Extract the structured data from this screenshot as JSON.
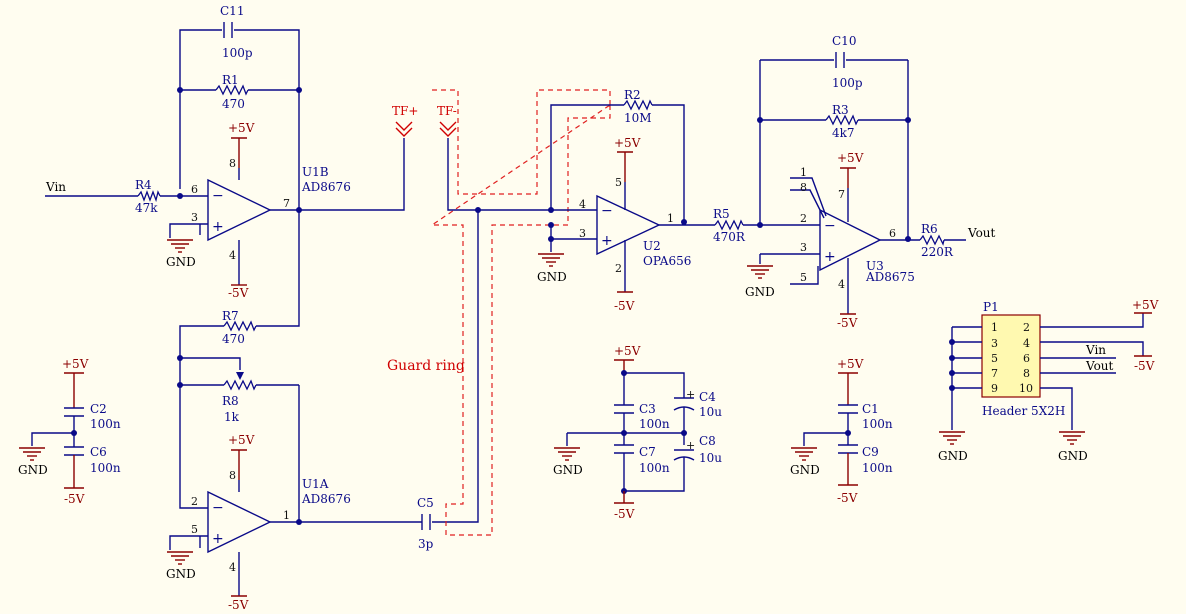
{
  "components": {
    "C11": {
      "ref": "C11",
      "value": "100p"
    },
    "R1": {
      "ref": "R1",
      "value": "470"
    },
    "R4": {
      "ref": "R4",
      "value": "47k"
    },
    "U1B": {
      "ref": "U1B",
      "part": "AD8676"
    },
    "R7": {
      "ref": "R7",
      "value": "470"
    },
    "R8": {
      "ref": "R8",
      "value": "1k"
    },
    "U1A": {
      "ref": "U1A",
      "part": "AD8676"
    },
    "C5": {
      "ref": "C5",
      "value": "3p"
    },
    "C2": {
      "ref": "C2",
      "value": "100n"
    },
    "C6": {
      "ref": "C6",
      "value": "100n"
    },
    "R2": {
      "ref": "R2",
      "value": "10M"
    },
    "U2": {
      "ref": "U2",
      "part": "OPA656"
    },
    "R5": {
      "ref": "R5",
      "value": "470R"
    },
    "C10": {
      "ref": "C10",
      "value": "100p"
    },
    "R3": {
      "ref": "R3",
      "value": "4k7"
    },
    "U3": {
      "ref": "U3",
      "part": "AD8675"
    },
    "R6": {
      "ref": "R6",
      "value": "220R"
    },
    "C3": {
      "ref": "C3",
      "value": "100n"
    },
    "C4": {
      "ref": "C4",
      "value": "10u"
    },
    "C7": {
      "ref": "C7",
      "value": "100n"
    },
    "C8": {
      "ref": "C8",
      "value": "10u"
    },
    "C1": {
      "ref": "C1",
      "value": "100n"
    },
    "C9": {
      "ref": "C9",
      "value": "100n"
    },
    "P1": {
      "ref": "P1",
      "part": "Header 5X2H"
    }
  },
  "nets": {
    "vin": "Vin",
    "vout": "Vout",
    "gnd": "GND",
    "pos": "+5V",
    "neg": "-5V",
    "tfp": "TF+",
    "tfm": "TF-"
  },
  "pins": {
    "u1b": [
      "6",
      "3",
      "7",
      "8",
      "4"
    ],
    "u1a": [
      "2",
      "5",
      "1",
      "8",
      "4"
    ],
    "u2": [
      "4",
      "3",
      "1",
      "5",
      "2"
    ],
    "u3": [
      "1",
      "8",
      "2",
      "3",
      "5",
      "6",
      "7",
      "4"
    ],
    "header": [
      "1",
      "2",
      "3",
      "4",
      "5",
      "6",
      "7",
      "8",
      "9",
      "10"
    ]
  },
  "annotations": {
    "guard": "Guard ring"
  }
}
